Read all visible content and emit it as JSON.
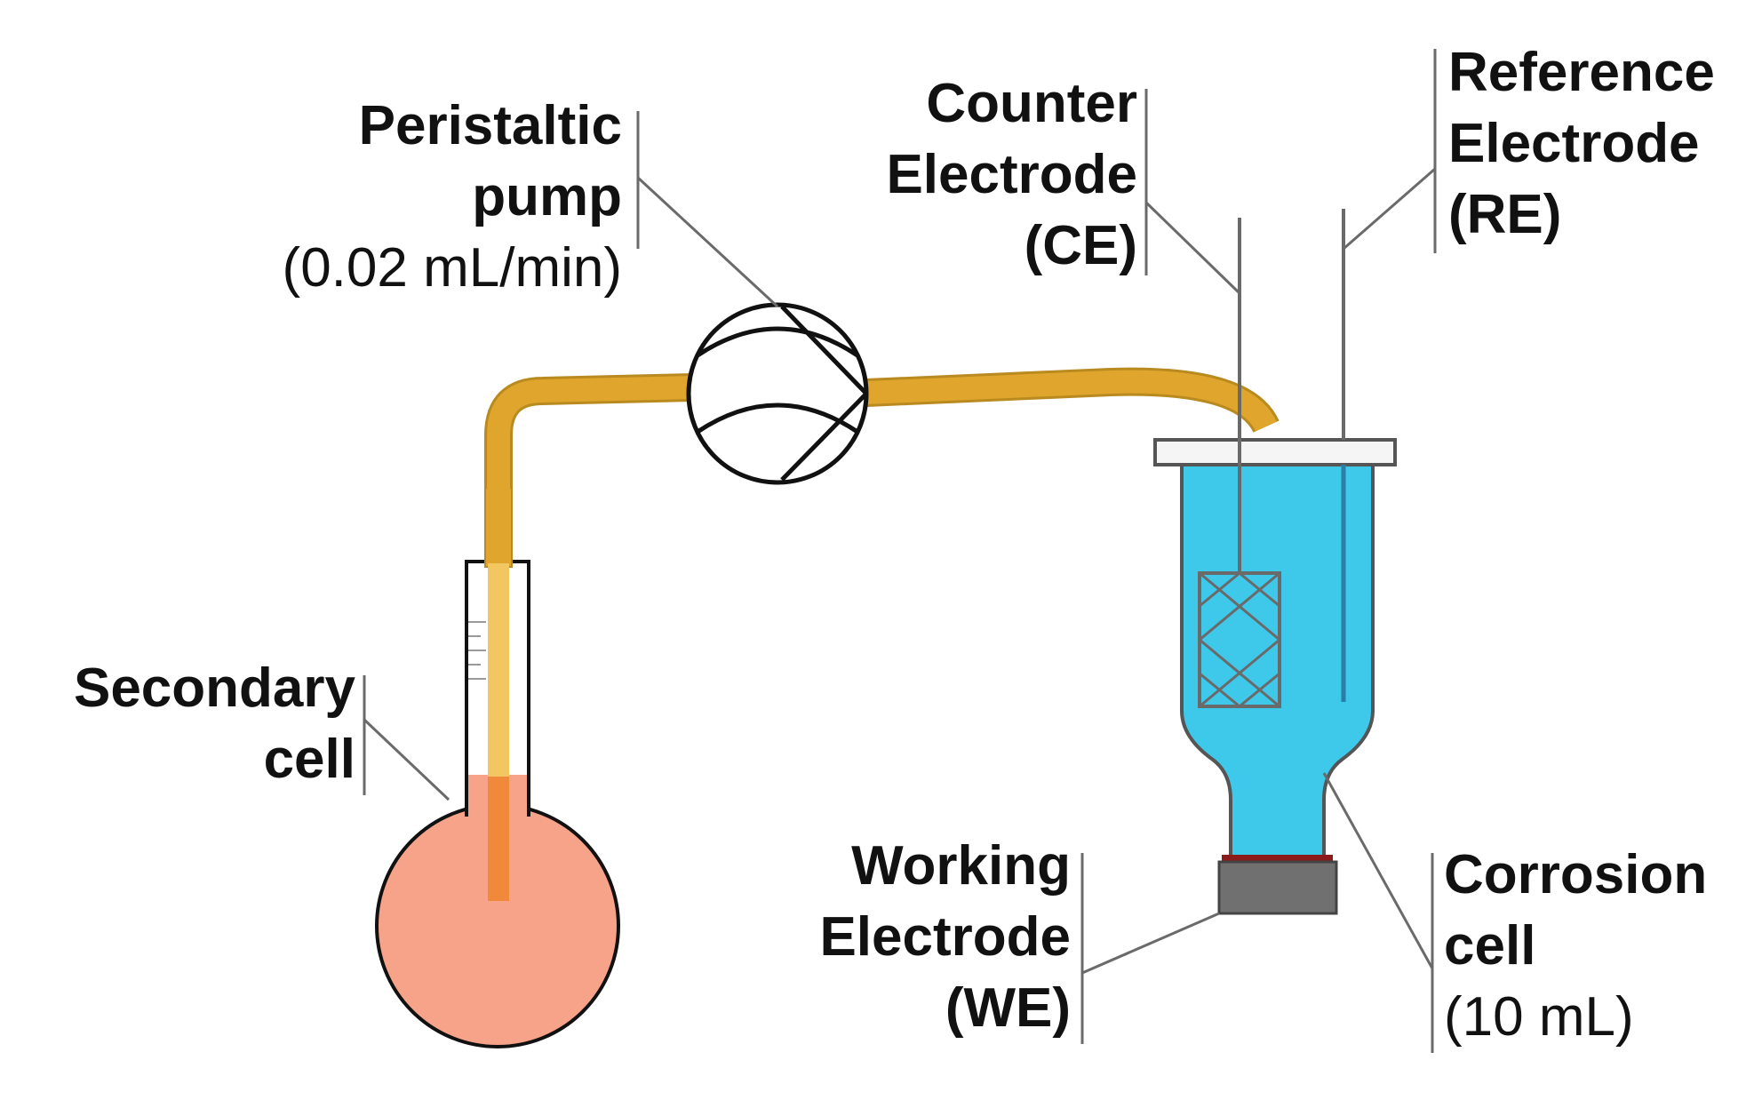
{
  "labels": {
    "pump": {
      "line1": "Peristaltic",
      "line2": "pump",
      "line3": "(0.02 mL/min)"
    },
    "counter": {
      "line1": "Counter",
      "line2": "Electrode",
      "line3": "(CE)"
    },
    "reference": {
      "line1": "Reference",
      "line2": "Electrode",
      "line3": "(RE)"
    },
    "secondary": {
      "line1": "Secondary",
      "line2": "cell"
    },
    "working": {
      "line1": "Working",
      "line2": "Electrode",
      "line3": "(WE)"
    },
    "corrosion": {
      "line1": "Corrosion",
      "line2": "cell",
      "line3": "(10 mL)"
    }
  },
  "colors": {
    "tubing": "#e0a52c",
    "tubing_light": "#f2c660",
    "solution_blue": "#3ec8ea",
    "secondary_solution": "#f7a38a",
    "cap": "#707070",
    "seal": "#8b1a1a",
    "leader_line": "#6a6a6a"
  }
}
